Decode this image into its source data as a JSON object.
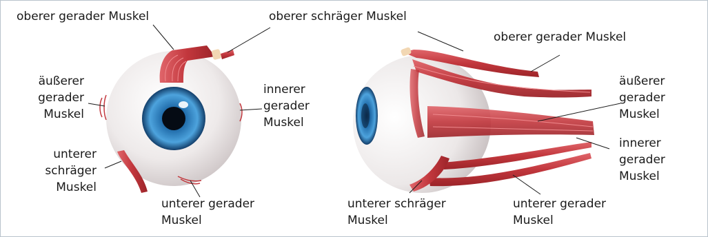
{
  "front_view": {
    "superior_rectus": "oberer gerader Muskel",
    "superior_oblique": "oberer schräger Muskel",
    "lateral_rectus": "äußerer\ngerader\nMuskel",
    "medial_rectus": "innerer\ngerader\nMuskel",
    "inferior_oblique": "unterer\nschräger\nMuskel",
    "inferior_rectus": "unterer gerader\nMuskel"
  },
  "side_view": {
    "superior_rectus": "oberer gerader Muskel",
    "lateral_rectus": "äußerer\ngerader\nMuskel",
    "medial_rectus": "innerer\ngerader\nMuskel",
    "inferior_oblique": "unterer schräger\nMuskel",
    "inferior_rectus": "unterer gerader\nMuskel"
  },
  "colors": {
    "muscle": "#c2373d",
    "muscle_light": "#e0656a",
    "iris": "#2f86c4",
    "sclera": "#f2f0f0",
    "leader_line": "#1a1a1a",
    "border": "#b9c3cc"
  }
}
